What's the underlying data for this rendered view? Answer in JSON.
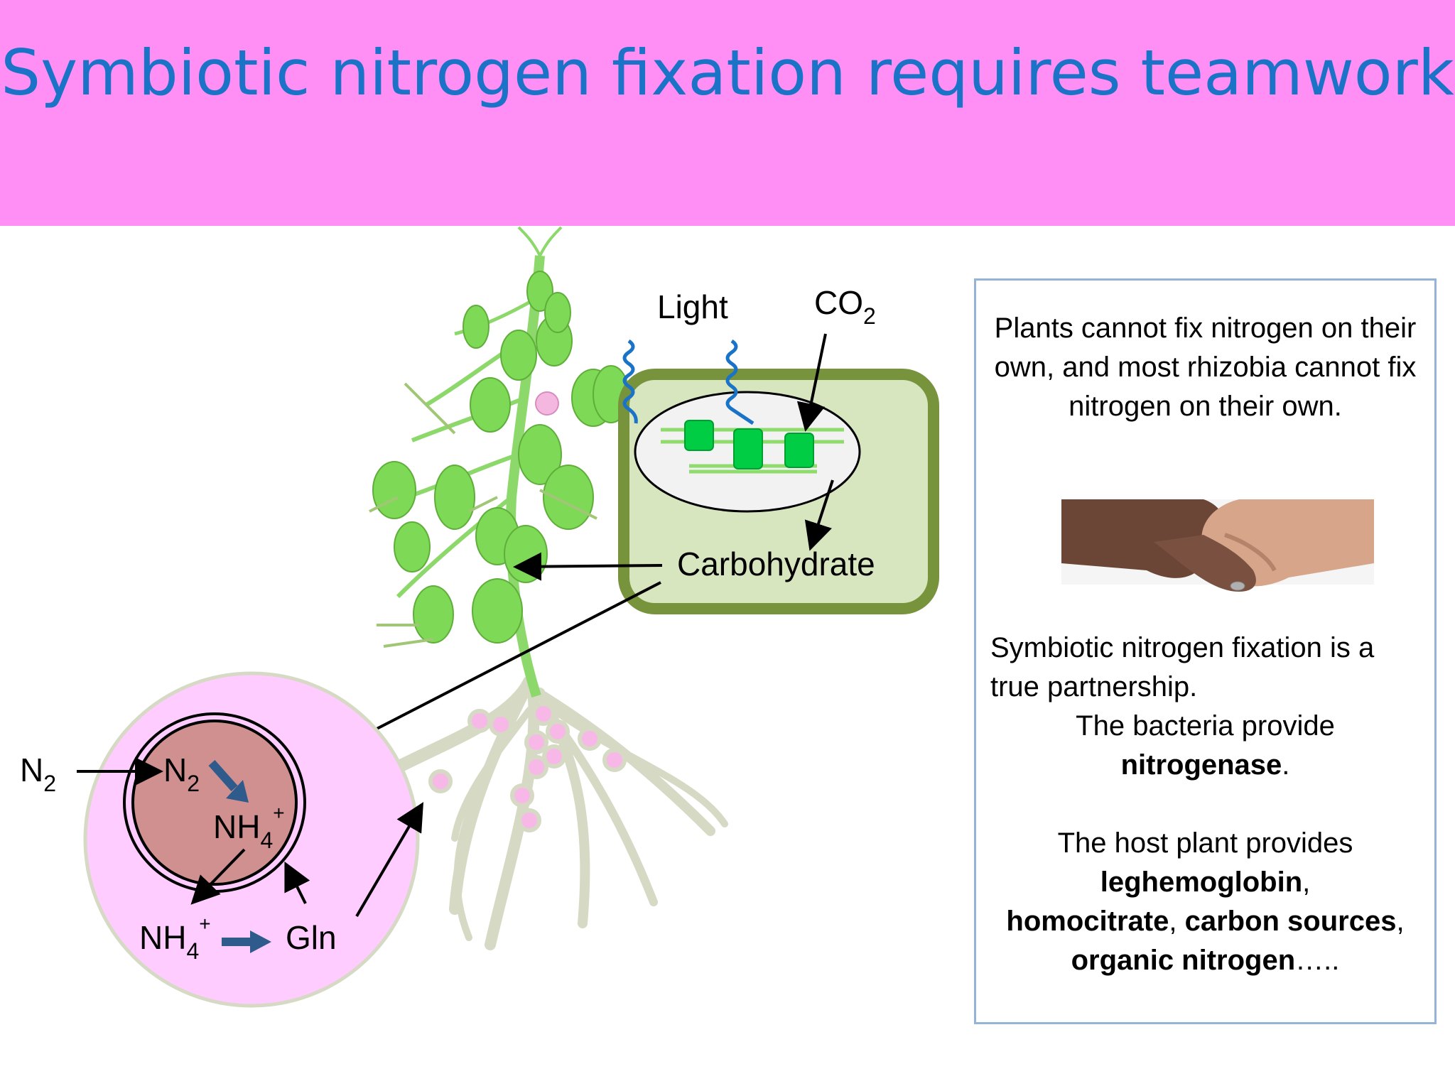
{
  "title": "Symbiotic nitrogen fixation requires teamwork",
  "diagram": {
    "light_label": "Light",
    "co2_label": "CO",
    "co2_sub": "2",
    "carbohydrate_label": "Carbohydrate",
    "n2_outside_label": "N",
    "n2_outside_sub": "2",
    "n2_inside_label": "N",
    "n2_inside_sub": "2",
    "nh4_inside_label": "NH",
    "nh4_inside_sub": "4",
    "nh4_inside_sup": "+",
    "nh4_outside_label": "NH",
    "nh4_outside_sub": "4",
    "nh4_outside_sup": "+",
    "gln_label": "Gln"
  },
  "info_box": {
    "para1": "Plants cannot fix nitrogen on their own, and most rhizobia cannot fix nitrogen on their own.",
    "para2": "Symbiotic nitrogen fixation is a true partnership.",
    "para3_prefix": "The bacteria provide",
    "para3_bold": "nitrogenase",
    "para3_suffix": ".",
    "para4_prefix": "The host plant provides",
    "para4_b1": "leghemoglobin",
    "para4_s1": ",",
    "para4_b2": "homocitrate",
    "para4_s2": ", ",
    "para4_b3": "carbon sources",
    "para4_s3": ", ",
    "para4_b4": "organic nitrogen",
    "para4_s4": "….."
  },
  "colors": {
    "title_band": "#ff8ff5",
    "title_text": "#1a73c6",
    "leaf_green": "#7ed957",
    "cell_fill": "#d8e6c0",
    "cell_border": "#77933c",
    "nodule_fill": "#ffccff",
    "bacteroid_fill": "#d09090",
    "arrow_blue": "#2f5b8c",
    "root_color": "#d6d9c4"
  }
}
